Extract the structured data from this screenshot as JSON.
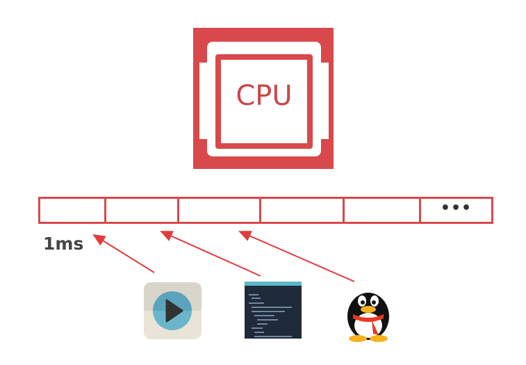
{
  "cpu": {
    "label": "CPU",
    "color": "#d9484a"
  },
  "timeline": {
    "slot_count": 6,
    "last_slot_label": "•••",
    "slice_label": "1ms"
  },
  "processes": [
    {
      "name": "video-player",
      "icon": "play-icon"
    },
    {
      "name": "code-editor",
      "icon": "code-editor-icon"
    },
    {
      "name": "qq-chat",
      "icon": "penguin-icon"
    }
  ]
}
